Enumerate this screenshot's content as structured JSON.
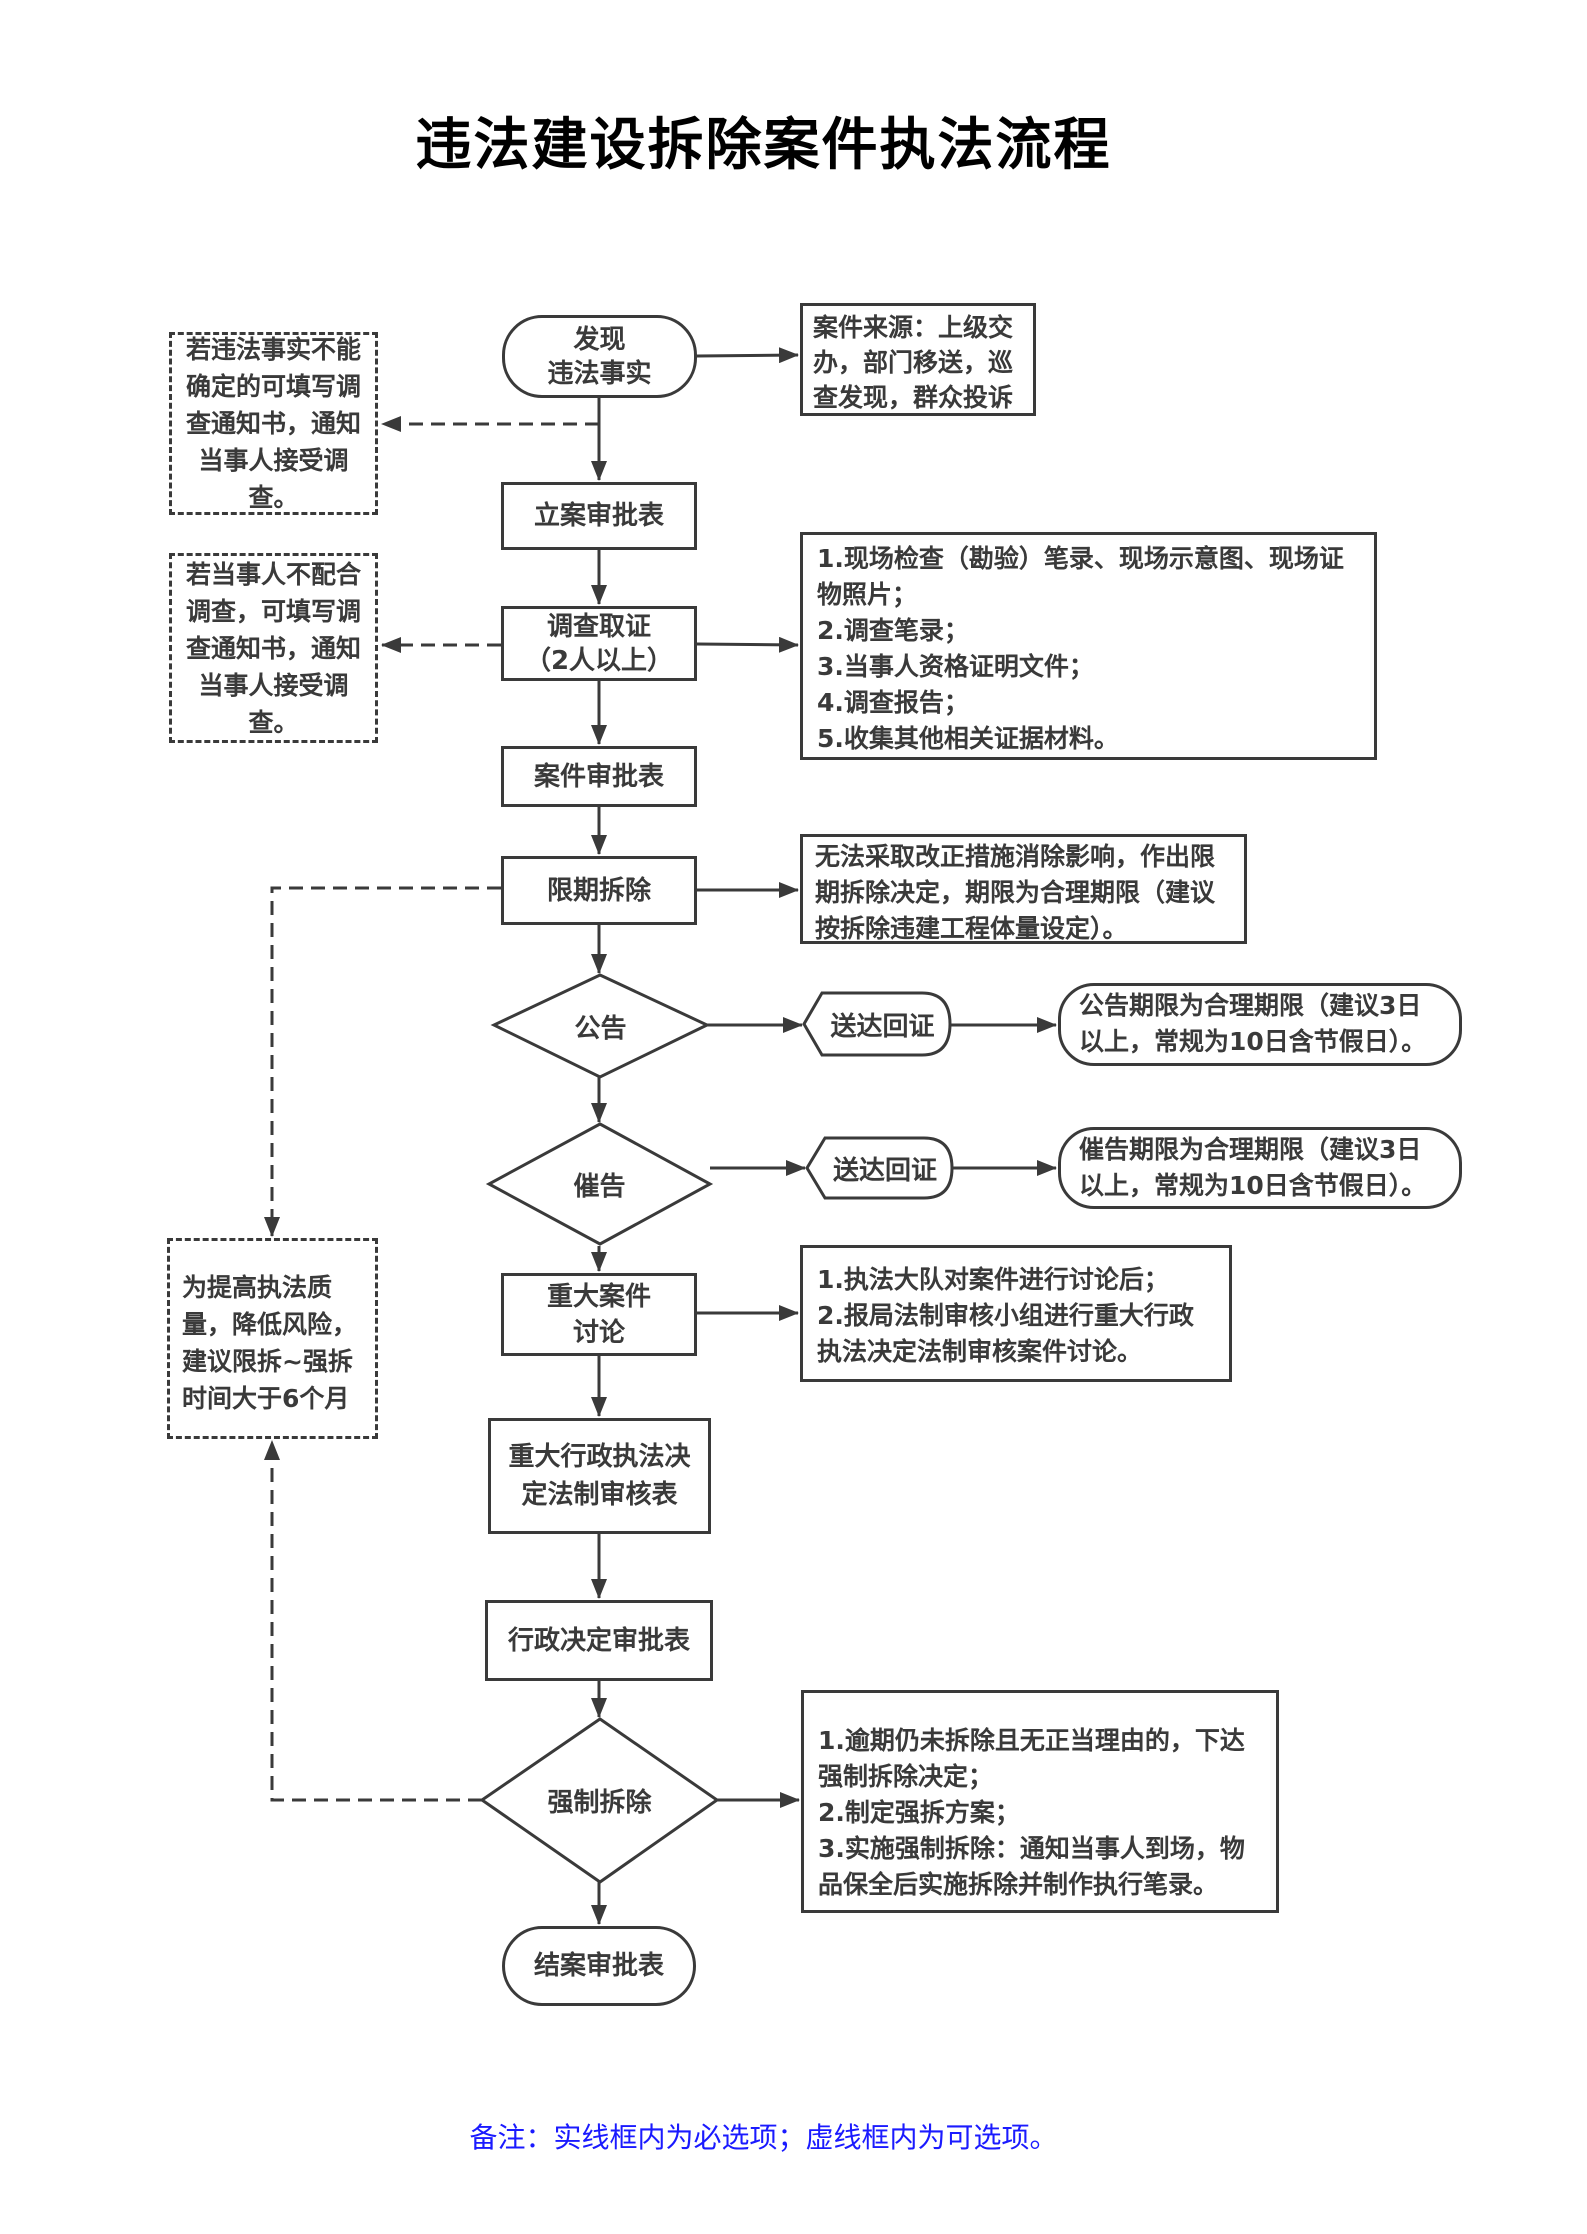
{
  "title": "违法建设拆除案件执法流程",
  "main_flow": {
    "discover": "发现\n违法事实",
    "filing_form": "立案审批表",
    "investigation": "调查取证\n（2人以上）",
    "case_approval": "案件审批表",
    "deadline_demolition": "限期拆除",
    "announcement": "公告",
    "urge_notice": "催告",
    "major_case_discussion": "重大案件\n讨论",
    "major_review_form": "重大行政执法决\n定法制审核表",
    "decision_approval": "行政决定审批表",
    "forced_demolition": "强制拆除",
    "closing_form": "结案审批表"
  },
  "side_notes": {
    "case_source": "案件来源：上级交办，部门移送，巡查发现，群众投诉",
    "optional_notice_1": "若违法事实不能确定的可填写调查通知书，通知当事人接受调查。",
    "optional_notice_2": "若当事人不配合调查，可填写调查通知书，通知当事人接受调查。",
    "evidence_list": "1.现场检查（勘验）笔录、现场示意图、现场证物照片；\n2.调查笔录；\n3.当事人资格证明文件；\n4.调查报告；\n5.收集其他相关证据材料。",
    "deadline_note": "无法采取改正措施消除影响，作出限期拆除决定，期限为合理期限（建议按拆除违建工程体量设定）。",
    "delivery_receipt_1": "送达回证",
    "announcement_period": "公告期限为合理期限（建议3日以上，常规为10日含节假日）。",
    "delivery_receipt_2": "送达回证",
    "urge_period": "催告期限为合理期限（建议3日以上，常规为10日含节假日）。",
    "major_discussion_note": "1.执法大队对案件进行讨论后；\n2.报局法制审核小组进行重大行政执法决定法制审核案件讨论。",
    "quality_suggestion": "为提高执法质量，降低风险，建议限拆~强拆时间大于6个月",
    "forced_demolition_note": "1.逾期仍未拆除且无正当理由的，下达强制拆除决定；\n2.制定强拆方案；\n3.实施强制拆除：通知当事人到场，物品保全后实施拆除并制作执行笔录。"
  },
  "footer_note": "备注：实线框内为必选项；虚线框内为可选项。",
  "colors": {
    "line": "#3a3a3a",
    "footer_text": "#1a1aff",
    "title": "#000000"
  }
}
